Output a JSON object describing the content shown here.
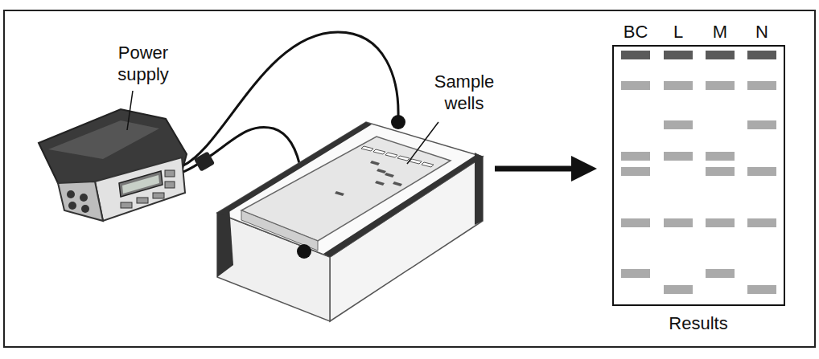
{
  "diagram": {
    "labels": [
      "Power supply",
      "Sample wells",
      "BC",
      "L",
      "M",
      "N",
      "Results"
    ]
  }
}
